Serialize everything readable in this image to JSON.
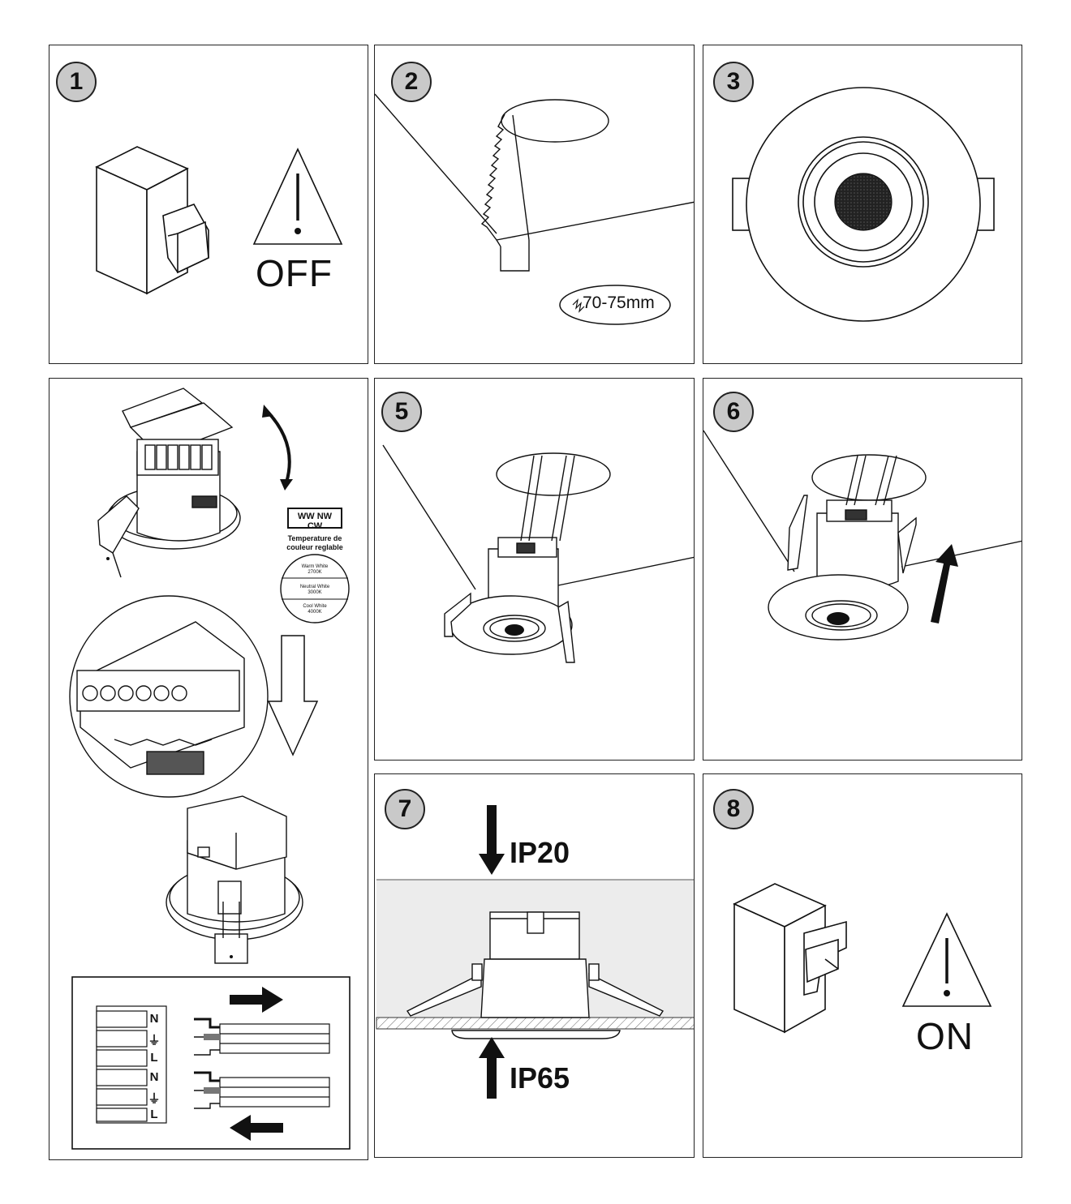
{
  "panels": {
    "p1": {
      "badge": "1",
      "label": "OFF"
    },
    "p2": {
      "badge": "2",
      "dimension": "70-75mm"
    },
    "p3": {
      "badge": "3"
    },
    "p4": {
      "cct_switch": "WW NW CW",
      "cct_caption_1": "Temperature de",
      "cct_caption_2": "couleur reglable",
      "cct_options": [
        {
          "name": "Warm White",
          "kelvin": "2700K"
        },
        {
          "name": "Neutral White",
          "kelvin": "3000K"
        },
        {
          "name": "Cool White",
          "kelvin": "4000K"
        }
      ],
      "terminal_labels": [
        "N",
        "⏚",
        "L",
        "N",
        "⏚",
        "L"
      ]
    },
    "p5": {
      "badge": "5"
    },
    "p6": {
      "badge": "6"
    },
    "p7": {
      "badge": "7",
      "ip_top": "IP20",
      "ip_bottom": "IP65"
    },
    "p8": {
      "badge": "8",
      "label": "ON"
    }
  }
}
